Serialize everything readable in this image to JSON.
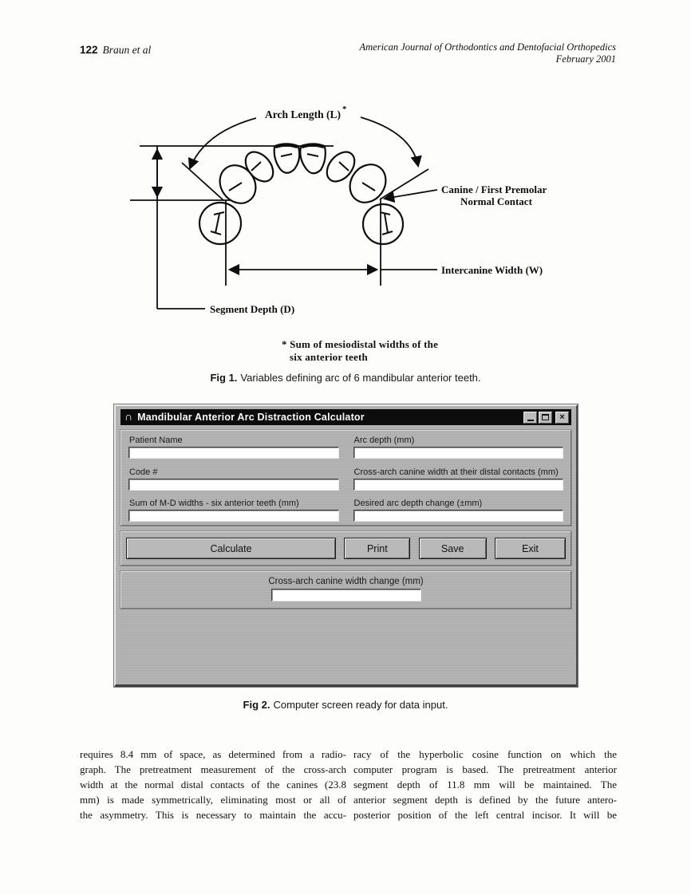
{
  "header": {
    "page_number": "122",
    "running_head": "Braun et al",
    "journal": "American Journal of Orthodontics and Dentofacial Orthopedics",
    "issue": "February 2001"
  },
  "fig1": {
    "label_arch_length": "Arch Length (L)",
    "label_arch_length_marker": "*",
    "label_canine_contact_line1": "Canine / First Premolar",
    "label_canine_contact_line2": "Normal Contact",
    "label_intercanine": "Intercanine Width (W)",
    "label_segment_depth": "Segment Depth (D)",
    "footnote_line1": "* Sum of mesiodistal widths of the",
    "footnote_line2": "six anterior teeth",
    "caption_tag": "Fig 1.",
    "caption": "Variables defining arc of 6 mandibular anterior teeth."
  },
  "fig2": {
    "window_title": "Mandibular Anterior Arc Distraction Calculator",
    "fields_left": [
      {
        "label": "Patient Name",
        "value": ""
      },
      {
        "label": "Code #",
        "value": ""
      },
      {
        "label": "Sum of M-D widths - six anterior teeth (mm)",
        "value": ""
      }
    ],
    "fields_right": [
      {
        "label": "Arc depth (mm)",
        "value": ""
      },
      {
        "label": "Cross-arch canine width at their distal contacts (mm)",
        "value": ""
      },
      {
        "label": "Desired arc depth change (±mm)",
        "value": ""
      }
    ],
    "buttons": [
      {
        "label": "Calculate"
      },
      {
        "label": "Print"
      },
      {
        "label": "Save"
      },
      {
        "label": "Exit"
      }
    ],
    "result": {
      "label": "Cross-arch canine width change (mm)",
      "value": ""
    },
    "caption_tag": "Fig 2.",
    "caption": "Computer screen ready for data input."
  },
  "body": {
    "left_lines": [
      "requires 8.4 mm of space, as determined from a radio-",
      "graph. The pretreatment measurement of the cross-arch",
      "width at the normal distal contacts of the canines (23.8",
      "mm) is made symmetrically, eliminating most or all of",
      "the asymmetry. This is necessary to maintain the accu-"
    ],
    "right_lines": [
      "racy of the hyperbolic cosine function on which the",
      "computer program is based. The pretreatment anterior",
      "segment depth of 11.8 mm will be maintained. The",
      "anterior segment depth is defined by the future antero-",
      "posterior position of the left central incisor. It will be"
    ]
  }
}
